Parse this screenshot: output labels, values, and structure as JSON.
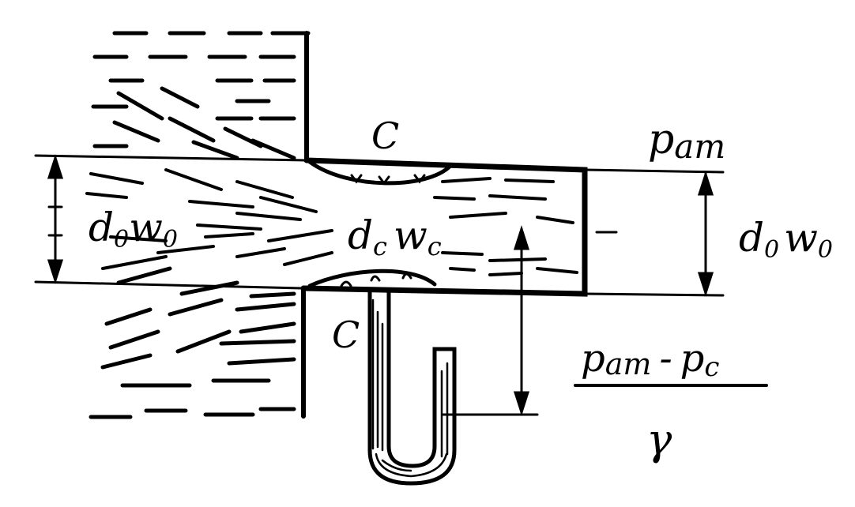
{
  "labels": {
    "vena_contracta_top": "C",
    "vena_contracta_bottom": "C",
    "atmospheric_pressure": "p",
    "atmospheric_pressure_sub": "am",
    "inlet_diameter_velocity_left": "d",
    "inlet_diameter_velocity_left_sub0": "0",
    "inlet_velocity_left": "w",
    "inlet_velocity_left_sub0": "0",
    "contracted_diameter": "d",
    "contracted_diameter_sub": "c",
    "contracted_velocity": "w",
    "contracted_velocity_sub": "c",
    "outlet_diameter": "d",
    "outlet_diameter_sub": "0",
    "outlet_velocity": "w",
    "outlet_velocity_sub": "0",
    "vacuum_head_numerator_p1": "p",
    "vacuum_head_numerator_p1_sub": "am",
    "vacuum_head_minus": "-",
    "vacuum_head_numerator_p2": "p",
    "vacuum_head_numerator_p2_sub": "c",
    "vacuum_head_denominator": "γ"
  },
  "colors": {
    "ink": "#000000",
    "paper": "#ffffff"
  }
}
